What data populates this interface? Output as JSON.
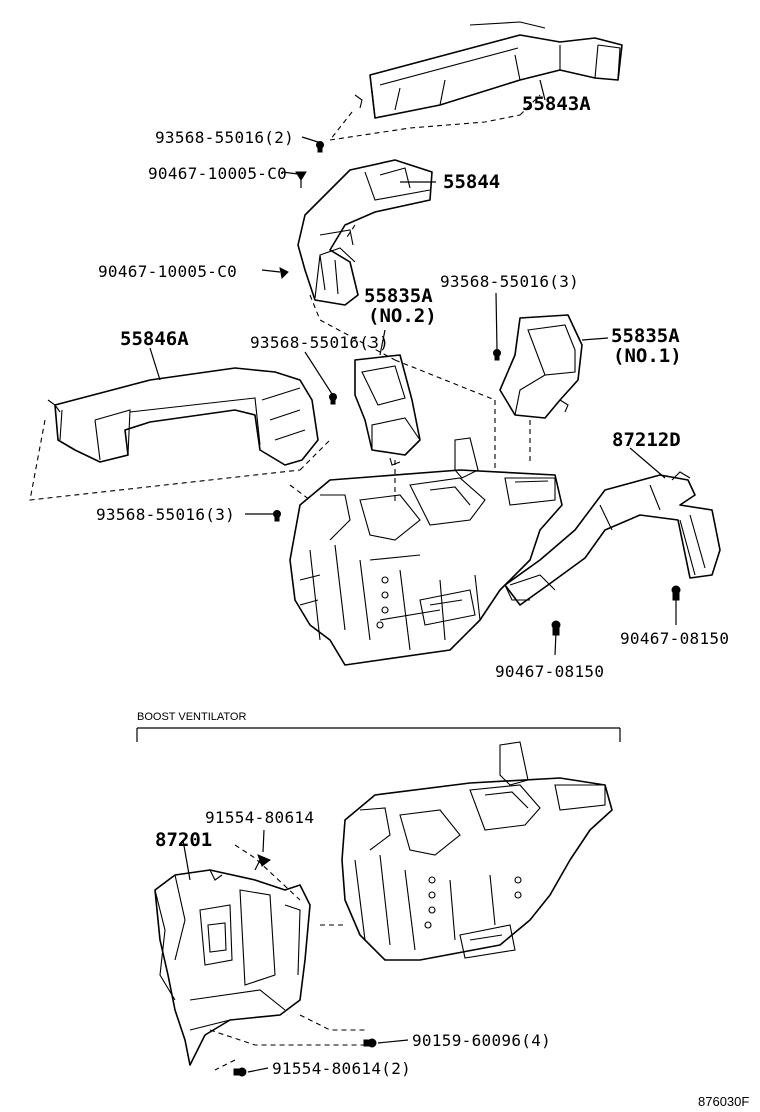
{
  "diagram": {
    "parts": {
      "p55843A": "55843A",
      "p55844": "55844",
      "p55835A_no2": "55835A",
      "p55835A_no2_sub": "(NO.2)",
      "p55835A_no1": "55835A",
      "p55835A_no1_sub": "(NO.1)",
      "p55846A": "55846A",
      "p87212D": "87212D",
      "p87201": "87201"
    },
    "fasteners": {
      "f93568_top": "93568-55016(2)",
      "f90467_a": "90467-10005-C0",
      "f90467_b": "90467-10005-C0",
      "f93568_right": "93568-55016(3)",
      "f93568_mid": "93568-55016(3)",
      "f93568_left": "93568-55016(3)",
      "f90467_08150_r": "90467-08150",
      "f90467_08150_c": "90467-08150",
      "f91554_top": "91554-80614",
      "f90159": "90159-60096(4)",
      "f91554_bottom": "91554-80614(2)"
    },
    "section_title": "BOOST VENTILATOR",
    "figure_code": "876030F"
  }
}
